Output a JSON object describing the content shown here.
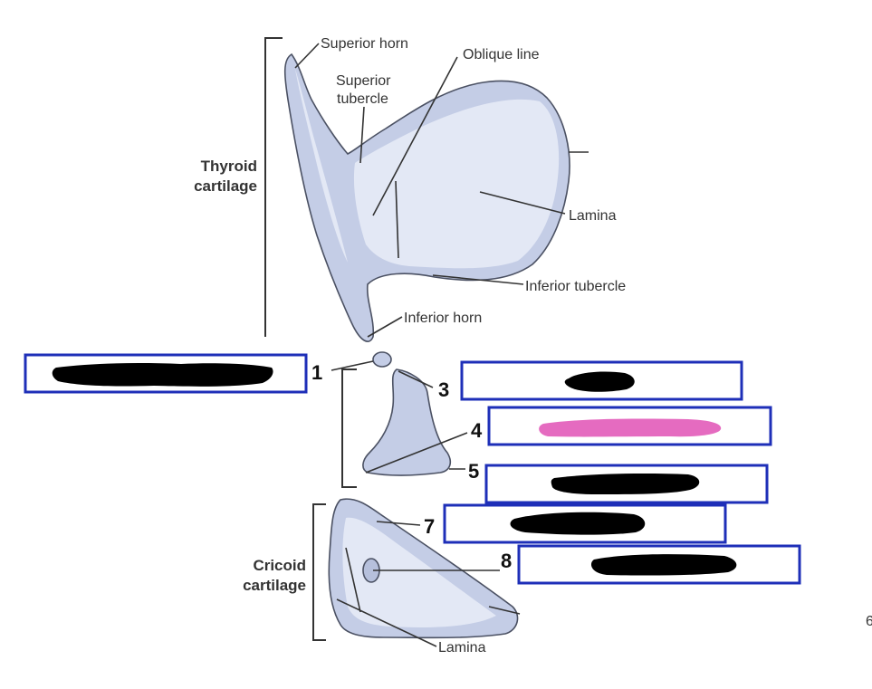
{
  "labels": {
    "superior_horn": "Superior horn",
    "oblique_line": "Oblique line",
    "superior_tubercle_1": "Superior",
    "superior_tubercle_2": "tubercle",
    "thyroid_1": "Thyroid",
    "thyroid_2": "cartilage",
    "lamina_thyroid": "Lamina",
    "inferior_tubercle": "Inferior tubercle",
    "inferior_horn": "Inferior horn",
    "cricoid_1": "Cricoid",
    "cricoid_2": "cartilage",
    "lamina_cricoid": "Lamina",
    "edge_fragment": "6"
  },
  "numbers": {
    "n1": "1",
    "n3": "3",
    "n4": "4",
    "n5": "5",
    "n7": "7",
    "n8": "8"
  },
  "colors": {
    "box_border": "#1e2fb8",
    "redaction": "#000000",
    "highlight": "#e56bc0",
    "cartilage": "#c4cde6"
  }
}
